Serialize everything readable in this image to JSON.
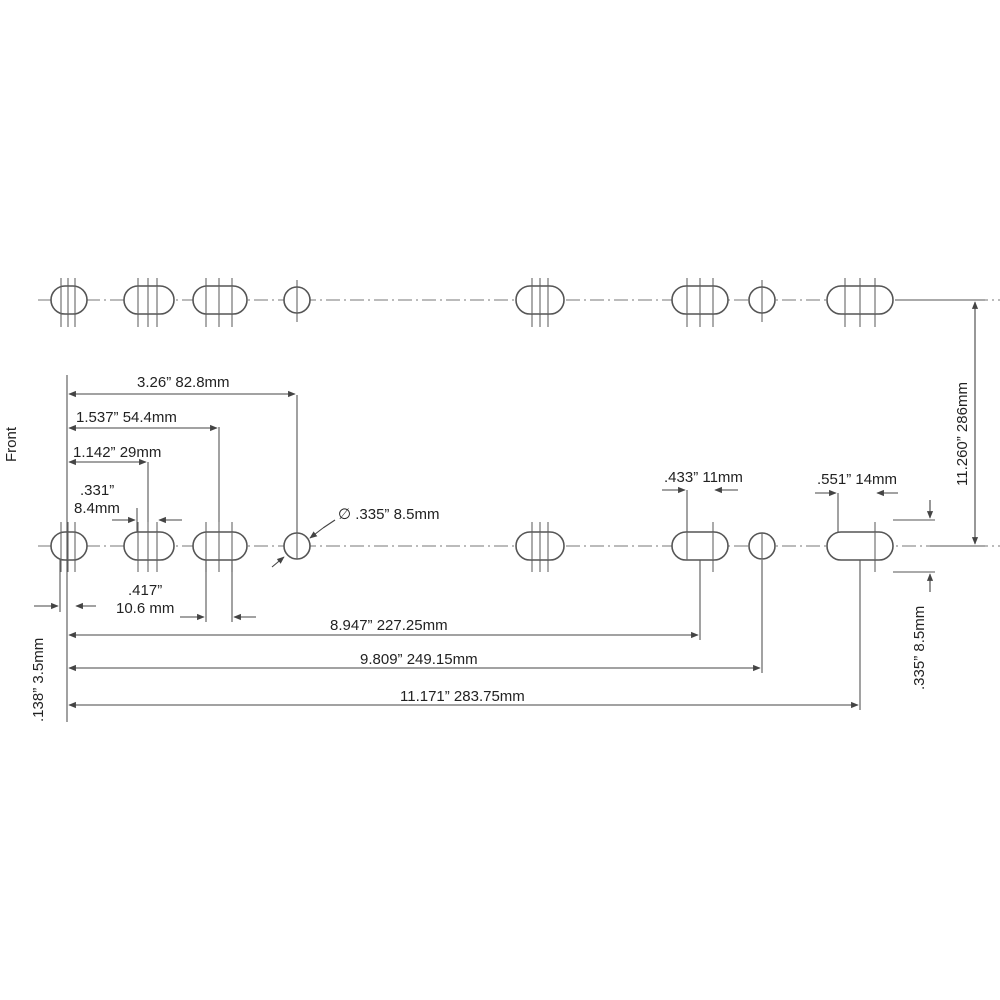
{
  "labels": {
    "front": "Front",
    "d_3_26": "3.26”  82.8mm",
    "d_1_537": "1.537”  54.4mm",
    "d_1_142": "1.142”  29mm",
    "d_331_in": ".331”",
    "d_331_mm": "8.4mm",
    "d_dia": "∅ .335”  8.5mm",
    "d_417_in": ".417”",
    "d_417_mm": "10.6 mm",
    "d_433": ".433”  11mm",
    "d_551": ".551”  14mm",
    "d_8_947": "8.947”  227.25mm",
    "d_9_809": "9.809”  249.15mm",
    "d_11_171": "11.171”  283.75mm",
    "d_138": ".138”  3.5mm",
    "d_335_v": ".335”  8.5mm",
    "d_11_260": "11.260”  286mm"
  }
}
